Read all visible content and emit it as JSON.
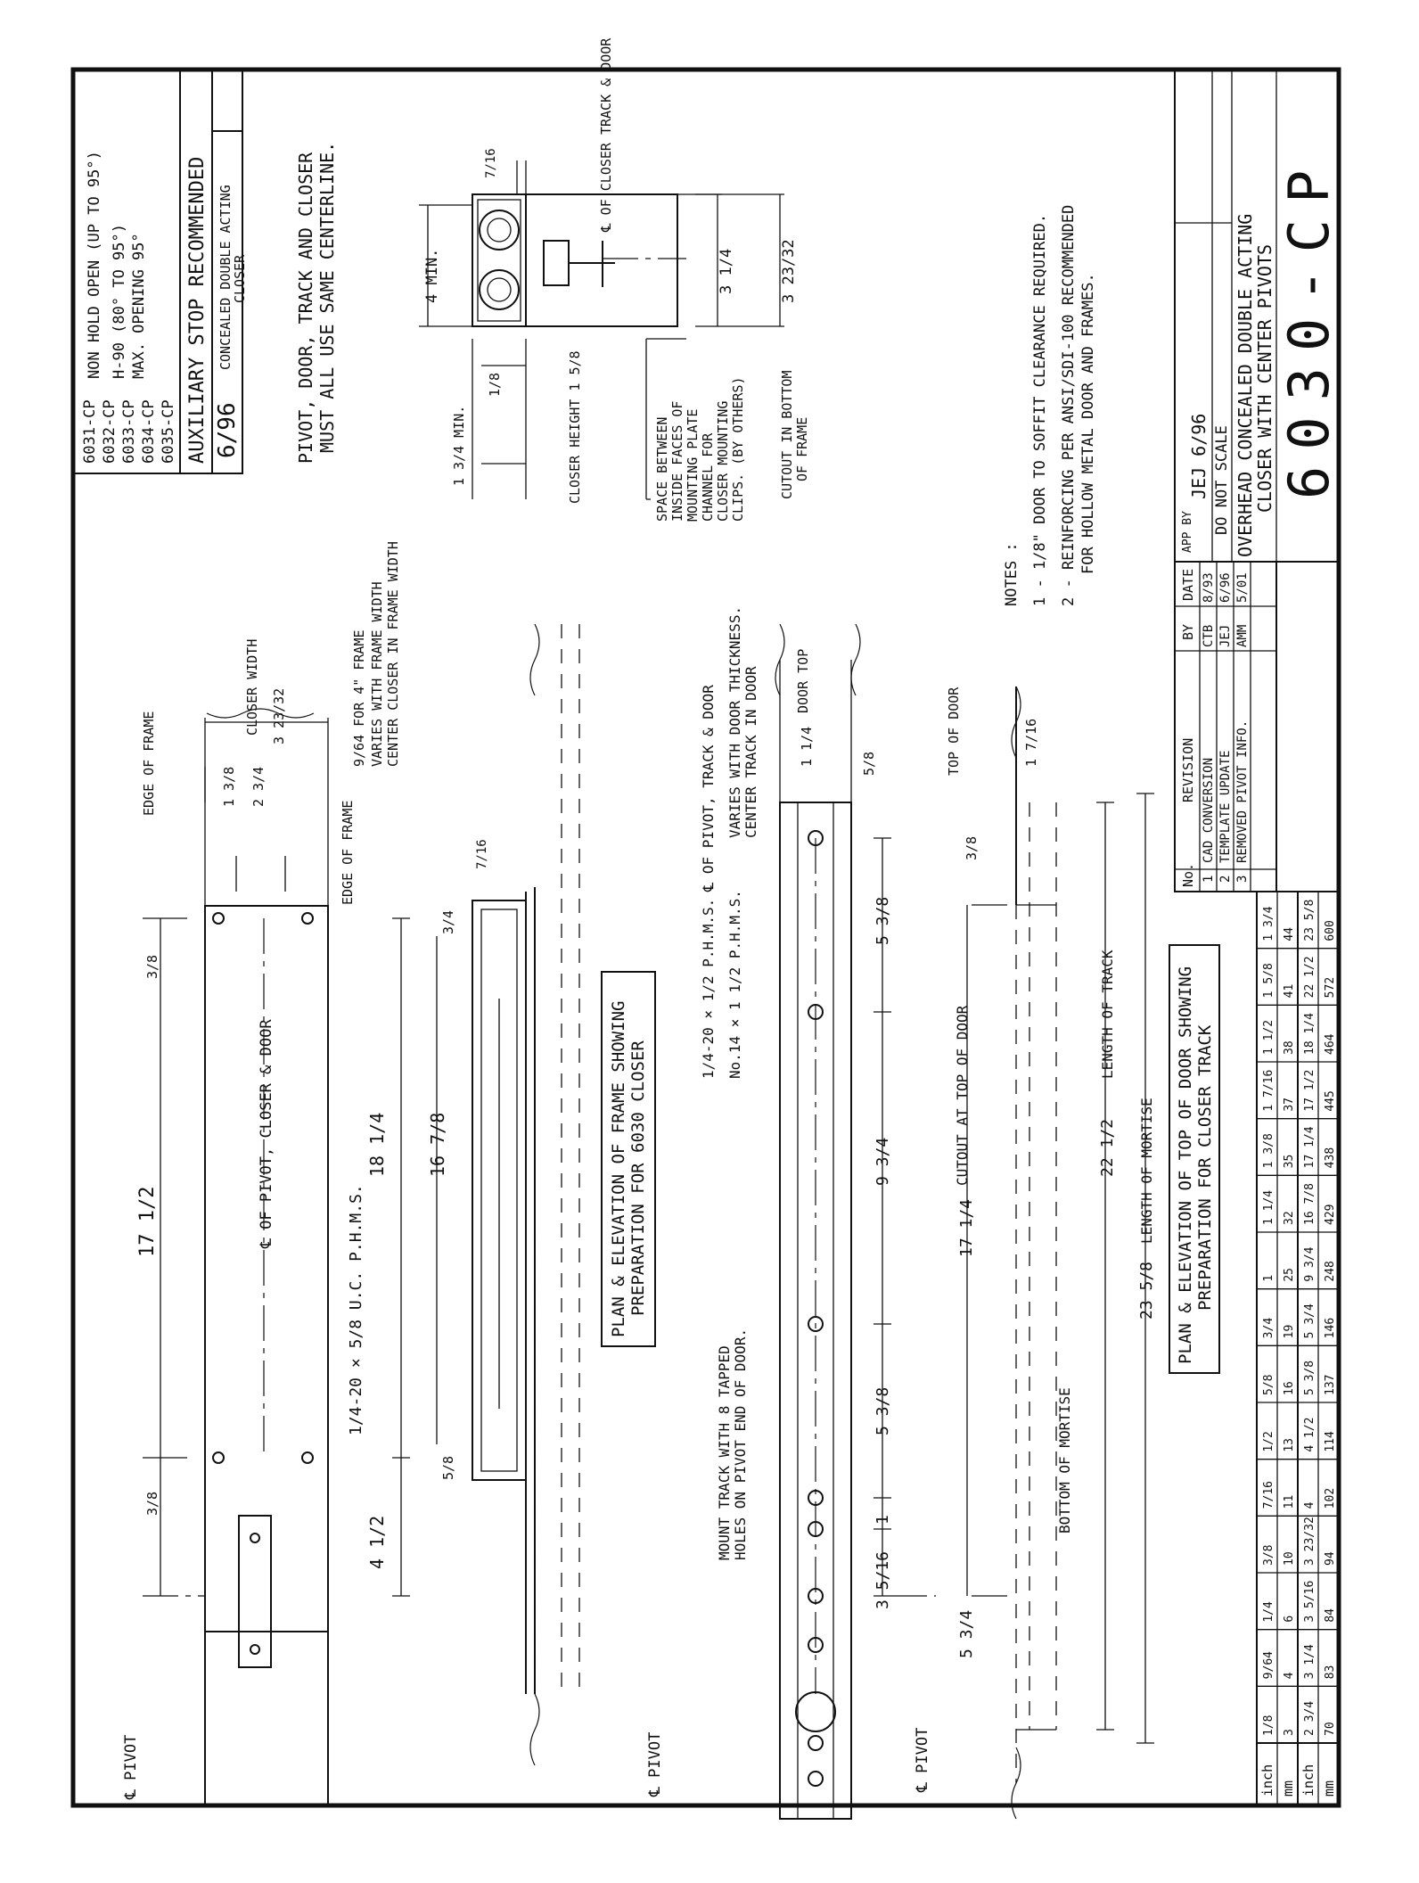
{
  "header": {
    "models": [
      "6031-CP",
      "6032-CP",
      "6033-CP",
      "6034-CP",
      "6035-CP"
    ],
    "model_notes": [
      "NON HOLD OPEN (UP TO 95°)",
      "H-90 (80° TO 95°)",
      "MAX. OPENING 95°"
    ],
    "aux_stop": "AUXILIARY STOP RECOMMENDED",
    "closer_type": "CONCEALED DOUBLE ACTING",
    "closer_type_2": "CLOSER",
    "date": "6/96"
  },
  "general_note": [
    "PIVOT, DOOR, TRACK AND CLOSER",
    "MUST ALL USE SAME CENTERLINE."
  ],
  "frame_view": {
    "title": [
      "PLAN & ELEVATION OF FRAME SHOWING",
      "PREPARATION FOR 6030 CLOSER"
    ],
    "pivot_cl": "℄ PIVOT",
    "closer_cl": "℄ OF PIVOT, CLOSER & DOOR",
    "screw": "1/4-20 × 5/8 U.C. P.H.M.S.",
    "dim_17_1_2": "17 1/2",
    "dim_3_8_a": "3/8",
    "dim_3_8_b": "3/8",
    "dim_1_3_8": "1 3/8",
    "dim_2_3_4": "2 3/4",
    "dim_3_23_32": "3 23/32",
    "closer_width": "CLOSER WIDTH",
    "edge_of_frame_1": "EDGE OF FRAME",
    "edge_of_frame_2": "EDGE OF FRAME",
    "dim_9_64": "9/64 FOR 4\" FRAME",
    "varies_width": "VARIES WITH FRAME WIDTH",
    "center_closer": "CENTER CLOSER IN FRAME WIDTH",
    "dim_18_1_4": "18 1/4",
    "dim_16_7_8": "16 7/8",
    "dim_4_1_2": "4 1/2",
    "dim_3_4": "3/4",
    "dim_5_8": "5/8",
    "dim_7_16": "7/16"
  },
  "closer_section": {
    "dim_4_min": "4 MIN.",
    "dim_7_16": "7/16",
    "cl_label": "℄ OF CLOSER TRACK & DOOR",
    "dim_3_1_4": "3 1/4",
    "dim_3_23_32": "3 23/32",
    "dim_1_8": "1/8",
    "dim_1_3_4": "1 3/4 MIN.",
    "closer_height": "CLOSER HEIGHT 1 5/8",
    "space_note": [
      "SPACE BETWEEN",
      "INSIDE FACES OF",
      "MOUNTING PLATE",
      "CHANNEL FOR",
      "CLOSER MOUNTING",
      "CLIPS. (BY OTHERS)"
    ],
    "cutout_note": [
      "CUTOUT IN BOTTOM",
      "OF FRAME"
    ]
  },
  "notes": {
    "heading": "NOTES :",
    "items": [
      "1 - 1/8\" DOOR TO SOFFIT CLEARANCE REQUIRED.",
      "2 - REINFORCING PER ANSI/SDI-100 RECOMMENDED",
      "FOR HOLLOW METAL DOOR AND FRAMES."
    ]
  },
  "door_view": {
    "pivot_cl_1": "℄ PIVOT",
    "pivot_cl_2": "℄ PIVOT",
    "track_cl": "℄ OF PIVOT, TRACK & DOOR",
    "varies_thick": "VARIES WITH DOOR THICKNESS.",
    "center_track": "CENTER TRACK IN DOOR",
    "door_top": "DOOR TOP",
    "dim_1_1_4": "1 1/4",
    "dim_5_8": "5/8",
    "screw_1": "1/4-20 × 1/2 P.H.M.S.",
    "screw_2": "No.14 × 1 1/2 P.H.M.S.",
    "mount_note": [
      "MOUNT TRACK WITH 8 TAPPED",
      "HOLES ON PIVOT END OF DOOR."
    ],
    "dim_5_3_8_a": "5 3/8",
    "dim_9_3_4": "9 3/4",
    "dim_5_3_8_b": "5 3/8",
    "dim_1": "1",
    "dim_3_5_16": "3 5/16",
    "top_of_door": "TOP OF DOOR",
    "dim_1_7_16": "1 7/16",
    "dim_3_8": "3/8",
    "cutout_top": "CUTOUT AT TOP OF DOOR",
    "dim_17_1_4": "17 1/4",
    "dim_22_1_2": "22 1/2",
    "length_track": "LENGTH OF TRACK",
    "dim_23_5_8": "23 5/8",
    "length_mortise": "LENGTH OF MORTISE",
    "bottom_mortise": "BOTTOM OF MORTISE",
    "dim_5_3_4": "5 3/4",
    "title": [
      "PLAN & ELEVATION OF TOP OF DOOR SHOWING",
      "PREPARATION FOR CLOSER TRACK"
    ]
  },
  "conversion_table": {
    "row_labels": [
      "inch",
      "mm",
      "inch",
      "mm"
    ],
    "inch_1": [
      "1/8",
      "9/64",
      "1/4",
      "3/8",
      "7/16",
      "1/2",
      "5/8",
      "3/4",
      "1",
      "1 1/4",
      "1 3/8",
      "1 7/16",
      "1 1/2",
      "1 5/8",
      "1 3/4"
    ],
    "mm_1": [
      "3",
      "4",
      "6",
      "10",
      "11",
      "13",
      "16",
      "19",
      "25",
      "32",
      "35",
      "37",
      "38",
      "41",
      "44"
    ],
    "inch_2": [
      "2 3/4",
      "3 1/4",
      "3 5/16",
      "3 23/32",
      "4",
      "4 1/2",
      "5 3/8",
      "5 3/4",
      "9 3/4",
      "16 7/8",
      "17 1/4",
      "17 1/2",
      "18 1/4",
      "22 1/2",
      "23 5/8"
    ],
    "mm_2": [
      "70",
      "83",
      "84",
      "94",
      "102",
      "114",
      "137",
      "146",
      "248",
      "429",
      "438",
      "445",
      "464",
      "572",
      "600"
    ]
  },
  "revisions": {
    "headers": [
      "No.",
      "REVISION",
      "BY",
      "DATE"
    ],
    "rows": [
      {
        "no": "1",
        "text": "CAD CONVERSION",
        "by": "CTB",
        "date": "8/93"
      },
      {
        "no": "2",
        "text": "TEMPLATE UPDATE",
        "by": "JEJ",
        "date": "6/96"
      },
      {
        "no": "3",
        "text": "REMOVED PIVOT INFO.",
        "by": "AMM",
        "date": "5/01"
      }
    ]
  },
  "title_block": {
    "app_by": "APP BY",
    "approver": "JEJ 6/96",
    "scale_note": "DO NOT SCALE",
    "title_1": "OVERHEAD CONCEALED DOUBLE ACTING",
    "title_2": "CLOSER WITH CENTER PIVOTS",
    "drawing_no": "6030-CP"
  }
}
